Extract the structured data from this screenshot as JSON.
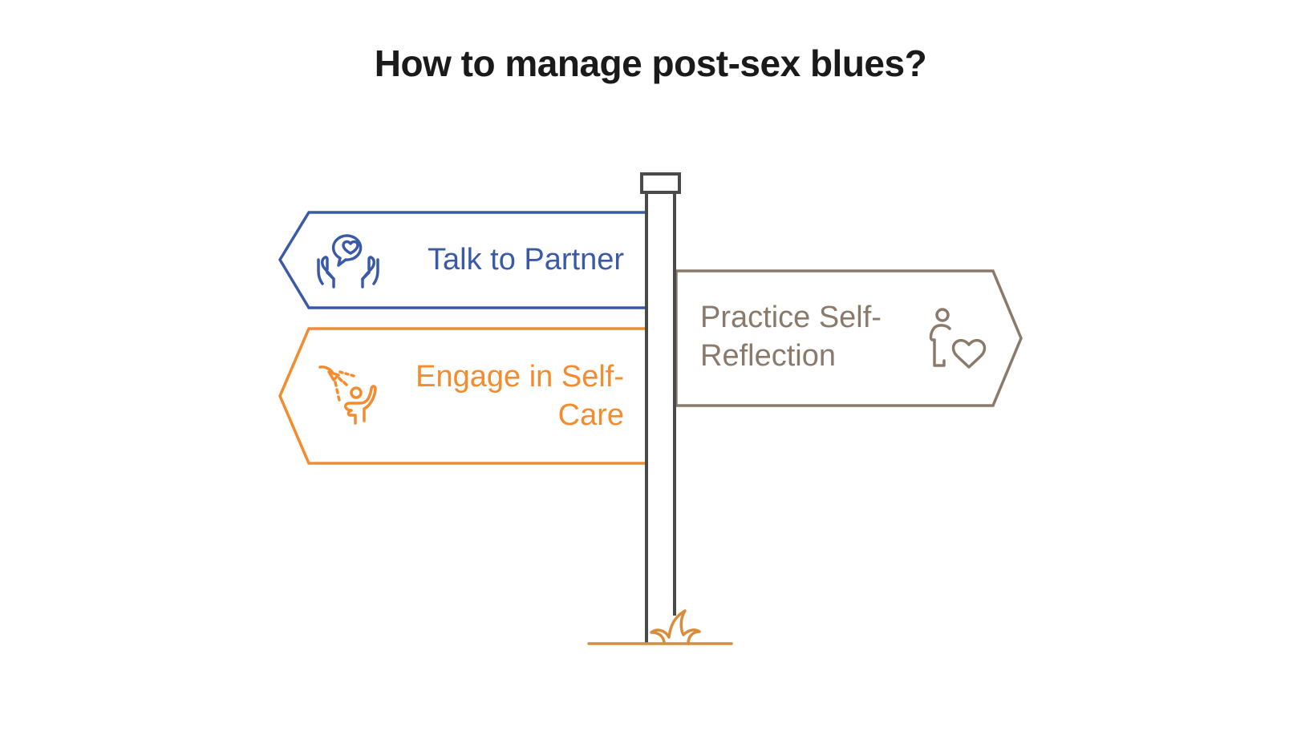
{
  "title": "How to manage post-sex blues?",
  "colors": {
    "blue": "#3a5aa8",
    "orange": "#f28c2e",
    "brown": "#8a7a6c",
    "pole": "#4a4a4a",
    "grass": "#d98c3a",
    "title": "#1a1a1a"
  },
  "signs": [
    {
      "id": "talk",
      "direction": "left",
      "label": "Talk to Partner",
      "icon": "hands-heart-speech-icon",
      "color": "#3a5aa8"
    },
    {
      "id": "care",
      "direction": "left",
      "label": "Engage in Self-\nCare",
      "lines": [
        "Engage in Self-",
        "Care"
      ],
      "icon": "shower-person-icon",
      "color": "#f28c2e"
    },
    {
      "id": "reflect",
      "direction": "right",
      "label": "Practice Self-\nReflection",
      "lines": [
        "Practice Self-",
        "Reflection"
      ],
      "icon": "person-heart-icon",
      "color": "#8a7a6c"
    }
  ]
}
